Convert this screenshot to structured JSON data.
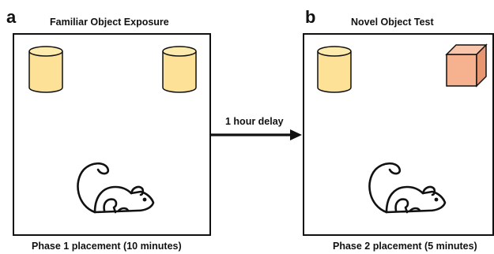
{
  "panels": [
    {
      "letter": "a",
      "title": "Familiar Object Exposure",
      "caption": "Phase 1 placement (10 minutes)",
      "objects": [
        "cylinder-icon",
        "cylinder-icon"
      ],
      "subject": "mouse-icon"
    },
    {
      "letter": "b",
      "title": "Novel Object Test",
      "caption": "Phase 2 placement (5 minutes)",
      "objects": [
        "cylinder-icon",
        "cube-icon"
      ],
      "subject": "mouse-icon"
    }
  ],
  "transition": {
    "label": "1 hour delay"
  },
  "colors": {
    "familiar_object_fill": "#FCE196",
    "familiar_object_top": "#FDEBAE",
    "novel_object_front": "#F6B18E",
    "novel_object_top": "#F9C6AC",
    "novel_object_side": "#E8966F",
    "stroke": "#111111"
  }
}
